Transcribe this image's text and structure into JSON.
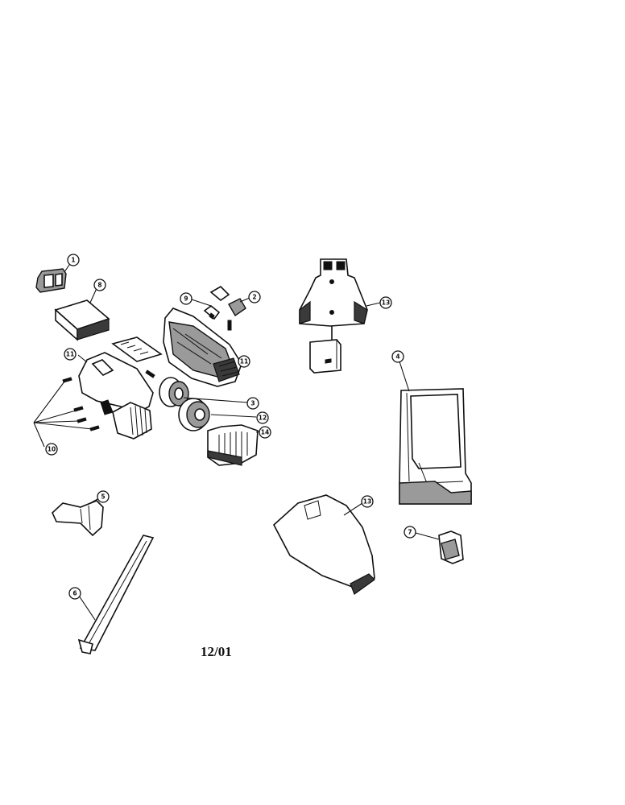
{
  "footer": {
    "date": "12/01"
  },
  "callouts": [
    "1",
    "2",
    "3",
    "4",
    "5",
    "6",
    "7",
    "8",
    "9",
    "10",
    "11",
    "11",
    "12",
    "13",
    "13",
    "14"
  ]
}
